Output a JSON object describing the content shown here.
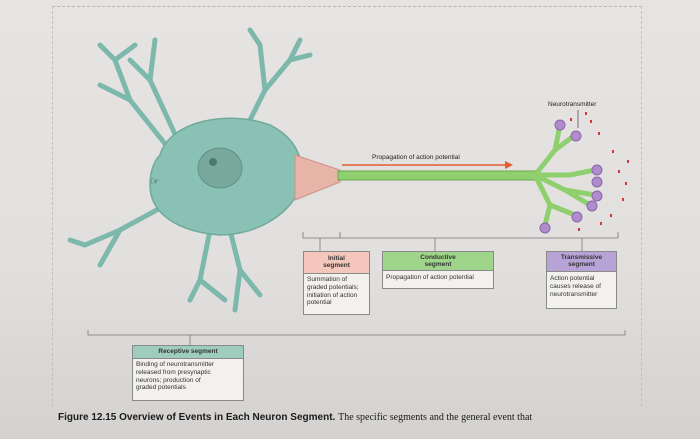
{
  "labels": {
    "neurotransmitter": "Neurotransmitter",
    "propagation": "Propagation of action potential"
  },
  "segments": [
    {
      "title": "Initial",
      "title2": "segment",
      "lines": [
        "Summation of",
        "graded potentials;",
        "initiation of action",
        "potential"
      ]
    },
    {
      "title": "Conductive",
      "title2": "segment",
      "lines": [
        "Propagation of action potential"
      ]
    },
    {
      "title": "Transmissive",
      "title2": "segment",
      "lines": [
        "Action potential",
        "causes release of",
        "neurotransmitter"
      ]
    },
    {
      "title": "Receptive segment",
      "lines": [
        "Binding of neurotransmitter",
        "released from presynaptic",
        "neurons; production of",
        "graded potentials"
      ]
    }
  ],
  "caption": {
    "title": "Figure 12.15 Overview of Events in Each Neuron Segment.",
    "text": "The specific segments and the general event that"
  },
  "colors": {
    "receptive": "#9fcdbd",
    "initial": "#f4c6bc",
    "conductive": "#9fd58a",
    "transmissive": "#b8a3d6",
    "arrow": "#e85a30"
  }
}
